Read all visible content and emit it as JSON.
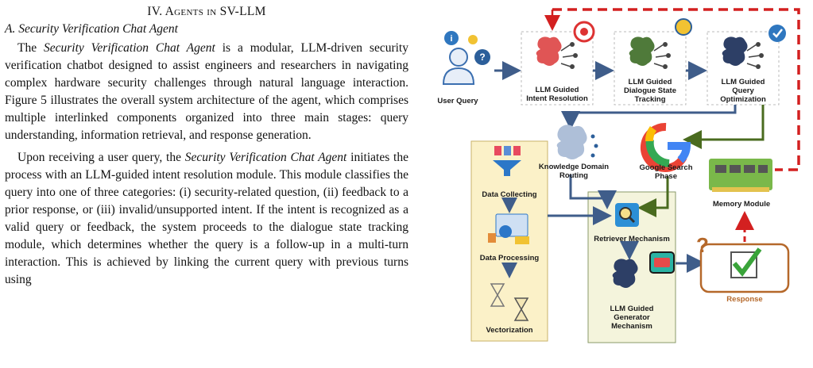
{
  "paper": {
    "section_heading": "IV. Agents in SV-LLM",
    "subsection_heading": "A. Security Verification Chat Agent",
    "p1_start": "The ",
    "p1_em": "Security Verification Chat Agent",
    "p1_end": " is a modular, LLM-driven security verification chatbot designed to assist engineers and researchers in navigating complex hardware security challenges through natural language interaction. Figure 5 illustrates the overall system architecture of the agent, which comprises multiple interlinked components organized into three main stages: query understanding, information retrieval, and response generation.",
    "p2_start": "Upon receiving a user query, the ",
    "p2_em": "Security Verification Chat Agent",
    "p2_end": " initiates the process with an LLM-guided intent resolution module. This module classifies the query into one of three categories: (i) security-related question, (ii) feedback to a prior response, or (iii) invalid/unsupported intent. If the intent is recognized as a valid query or feedback, the system proceeds to the dialogue state tracking module, which determines whether the query is a follow-up in a multi-turn interaction. This is achieved by linking the current query with previous turns using"
  },
  "diagram": {
    "user_query": "User Query",
    "intent_resolution": "LLM Guided\nIntent Resolution",
    "dialogue_state": "LLM Guided\nDialogue State\nTracking",
    "query_optimization": "LLM Guided\nQuery\nOptimization",
    "knowledge_routing": "Knowledge Domain\nRouting",
    "google_search": "Google Search\nPhase",
    "memory_module": "Memory Module",
    "data_collecting": "Data Collecting",
    "data_processing": "Data Processing",
    "vectorization": "Vectorization",
    "retriever": "Retriever Mechanism",
    "generator": "LLM Guided\nGenerator\nMechanism",
    "response": "Response",
    "colors": {
      "flow_arrow": "#3f5d8a",
      "green_arrow": "#4a6b1f",
      "memory_dash": "#d32020",
      "response_border": "#b5682a",
      "left_panel": "#fbf1c8",
      "retriever_panel": "#f4f4dc",
      "check": "#3aa43a"
    }
  }
}
